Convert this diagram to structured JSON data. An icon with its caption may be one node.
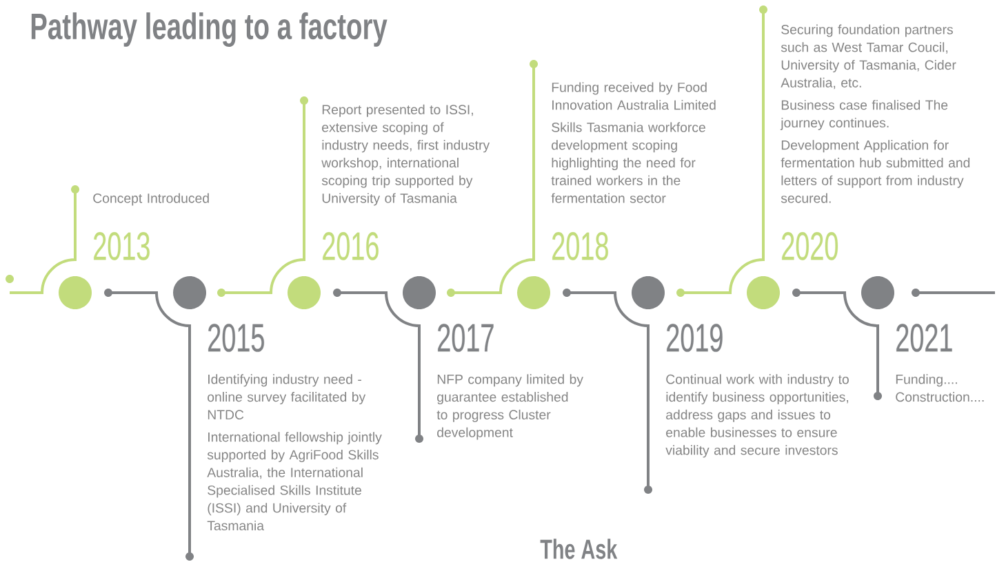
{
  "diagram": {
    "title": "Pathway leading to a factory",
    "nodes": [
      {
        "text": [
          "Concept Introduced",
          "2013"
        ]
      },
      {
        "text": [
          "2015",
          "Identifying industry need - online survey facilitated by NTDC",
          "International fellowship jointly supported by AgriFood Skills Australia, the International Specialised Skills Institute (ISSI) and University of Tasmania"
        ]
      },
      {
        "text": [
          "Report presented to ISSI, extensive scoping of industry needs, first industry workshop, international scoping trip supported by University of Tasmania",
          "2016"
        ]
      },
      {
        "text": [
          "2017",
          "NFP company limited by guarantee established to progress Cluster development"
        ]
      },
      {
        "text": [
          "Funding received by Food Innovation Australia Limited",
          "Skills Tasmania workforce development scoping highlighting the need for trained workers in the fermentation sector",
          "2018"
        ]
      },
      {
        "text": [
          "2019",
          "Continual work with industry to identify business opportunities, address gaps and issues to enable businesses to ensure viability and secure investors"
        ]
      },
      {
        "text": [
          "Securing foundation partners such as West Tamar Coucil, University of Tasmania, Cider Australia, etc.",
          "Business case finalised The journey continues.",
          "Development Application for fermentation hub submitted and letters of support from industry secured.",
          "2020"
        ]
      },
      {
        "text": [
          "2021",
          "Funding.... Construction...."
        ]
      }
    ],
    "labels": [
      "The Ask"
    ]
  }
}
